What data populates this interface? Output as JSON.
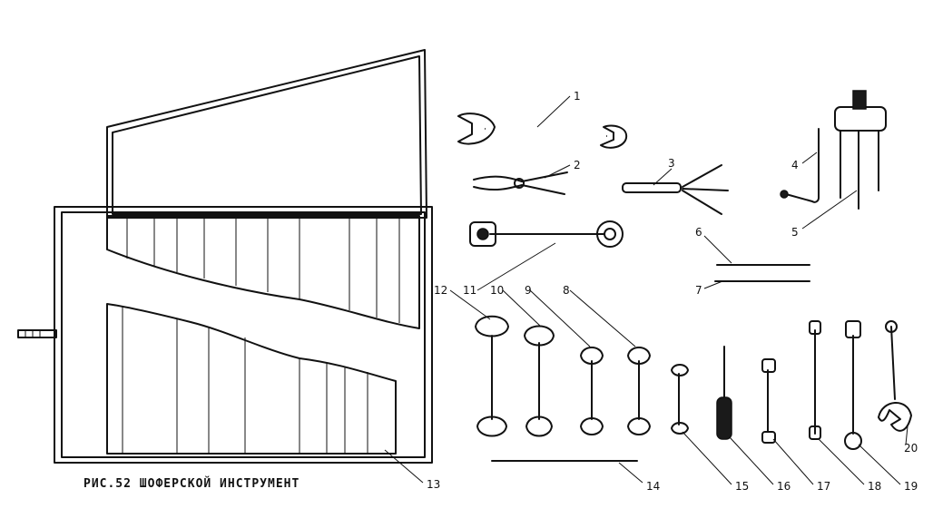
{
  "caption": "РИС.52 ШОФЕРСКОЙ ИНСТРУМЕНТ",
  "callouts": [
    "1",
    "2",
    "3",
    "4",
    "5",
    "6",
    "7",
    "8",
    "9",
    "10",
    "11",
    "12",
    "13",
    "14",
    "15",
    "16",
    "17",
    "18",
    "19",
    "20"
  ],
  "colors": {
    "ink": "#111111",
    "paper": "#ffffff",
    "shade": "#9a9a9a"
  }
}
